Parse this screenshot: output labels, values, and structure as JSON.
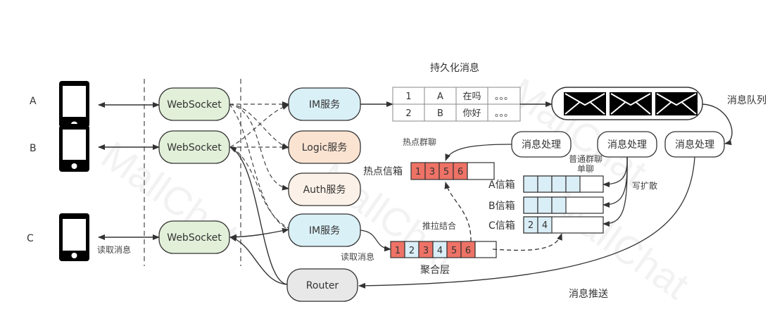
{
  "watermark": "MallChat",
  "clients": [
    {
      "label": "A"
    },
    {
      "label": "B"
    },
    {
      "label": "C",
      "note": "读取消息"
    }
  ],
  "gateways": [
    {
      "label": "WebSocket"
    },
    {
      "label": "WebSocket"
    },
    {
      "label": "WebSocket"
    }
  ],
  "services": [
    {
      "label": "IM服务",
      "color": "#daf0f7"
    },
    {
      "label": "Logic服务",
      "color": "#fbe3d2"
    },
    {
      "label": "Auth服务",
      "color": "#fcf1e8"
    },
    {
      "label": "IM服务",
      "color": "#daf0f7"
    },
    {
      "label": "Router",
      "color": "#e8e8e8"
    }
  ],
  "persistence": {
    "title": "持久化消息",
    "rows": [
      [
        "1",
        "A",
        "在吗",
        "。。。"
      ],
      [
        "2",
        "B",
        "你好",
        "。。。"
      ]
    ]
  },
  "queue": {
    "label": "消息队列",
    "envelopes": 3
  },
  "processors": [
    {
      "label": "消息处理"
    },
    {
      "label": "消息处理"
    },
    {
      "label": "消息处理"
    }
  ],
  "hot_group": {
    "caption": "热点群聊",
    "box_label": "热点信箱",
    "cells": [
      "1",
      "3",
      "5",
      "6",
      ""
    ]
  },
  "inboxes": {
    "caption_line1": "普通群聊",
    "caption_line2": "单聊",
    "fanout_label": "写扩散",
    "items": [
      {
        "label": "A信箱",
        "cells": [
          "",
          "",
          "",
          ""
        ],
        "empty_fill": true
      },
      {
        "label": "B信箱",
        "cells": [
          "",
          "",
          ""
        ],
        "empty_fill": true
      },
      {
        "label": "C信箱",
        "cells": [
          "2",
          "4"
        ],
        "empty_fill": true
      }
    ]
  },
  "aggregate": {
    "label": "聚合层",
    "read_label": "读取消息",
    "push_pull_label": "推拉结合",
    "cells": [
      {
        "v": "1",
        "kind": "hot"
      },
      {
        "v": "2",
        "kind": "normal"
      },
      {
        "v": "3",
        "kind": "hot"
      },
      {
        "v": "4",
        "kind": "normal"
      },
      {
        "v": "5",
        "kind": "hot"
      },
      {
        "v": "6",
        "kind": "hot"
      },
      {
        "v": "",
        "kind": "empty"
      }
    ]
  },
  "push_label": "消息推送",
  "colors": {
    "websocket": "#e2f0d9",
    "hot": "#ee7266",
    "normal": "#daeef7",
    "stroke": "#333333"
  }
}
